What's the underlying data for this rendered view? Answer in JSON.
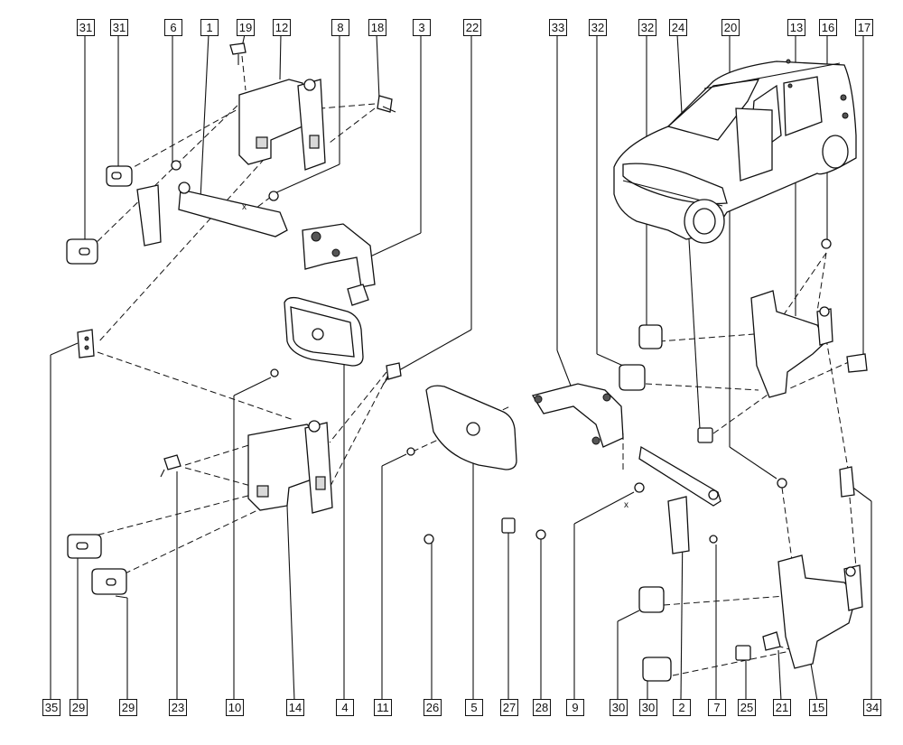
{
  "diagram": {
    "callout_labels": {
      "c31a": "31",
      "c31b": "31",
      "c6": "6",
      "c1": "1",
      "c19": "19",
      "c12": "12",
      "c8": "8",
      "c18": "18",
      "c3": "3",
      "c22": "22",
      "c33": "33",
      "c32a": "32",
      "c32b": "32",
      "c24": "24",
      "c20": "20",
      "c13": "13",
      "c16": "16",
      "c17": "17",
      "c35": "35",
      "c29a": "29",
      "c29b": "29",
      "c23": "23",
      "c10": "10",
      "c14": "14",
      "c4": "4",
      "c11": "11",
      "c26": "26",
      "c5": "5",
      "c27": "27",
      "c28": "28",
      "c9": "9",
      "c30a": "30",
      "c30b": "30",
      "c2": "2",
      "c7": "7",
      "c25": "25",
      "c21": "21",
      "c15": "15",
      "c34": "34"
    },
    "axis_marks": [
      "x",
      "x"
    ],
    "vehicle_icon": "van-icon"
  }
}
